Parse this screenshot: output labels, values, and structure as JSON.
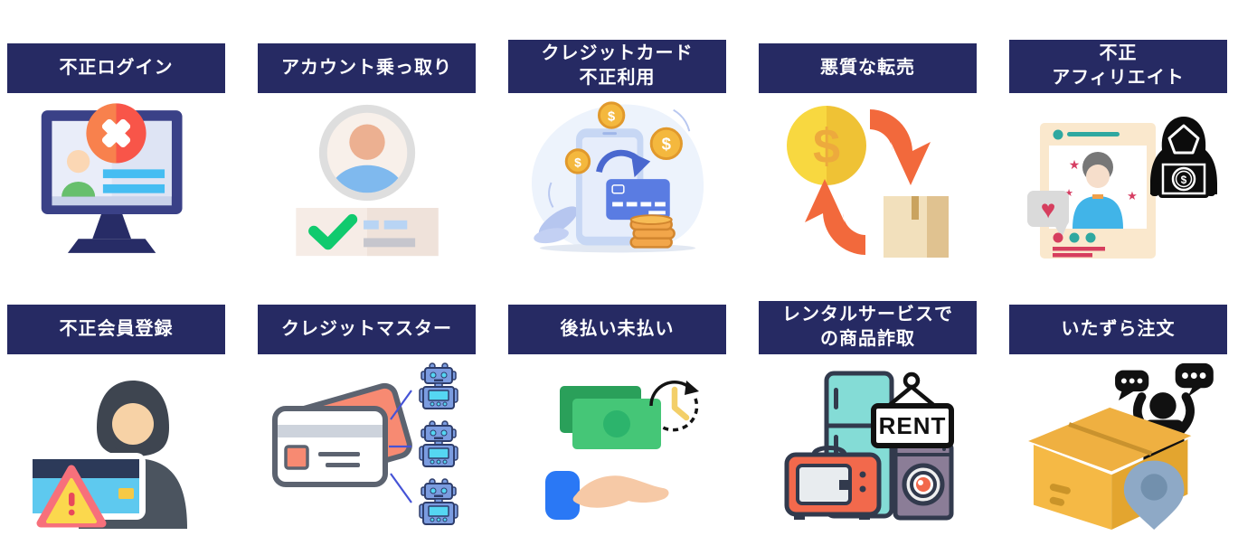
{
  "page": {
    "background": "#ffffff",
    "banner_color": "#262a63",
    "banner_text_color": "#ffffff"
  },
  "cards": [
    {
      "title": "不正ログイン",
      "line1": "不正ログイン",
      "icon": "monitor-error-icon"
    },
    {
      "title": "アカウント乗っ取り",
      "line1": "アカウント乗っ取り",
      "icon": "account-check-icon"
    },
    {
      "title": "クレジットカード不正利用",
      "line1": "クレジットカード",
      "line2": "不正利用",
      "icon": "phone-card-coins-icon"
    },
    {
      "title": "悪質な転売",
      "line1": "悪質な転売",
      "icon": "money-box-exchange-icon"
    },
    {
      "title": "不正アフィリエイト",
      "line1": "不正",
      "line2": "アフィリエイト",
      "icon": "affiliate-hacker-icon"
    },
    {
      "title": "不正会員登録",
      "line1": "不正会員登録",
      "icon": "hooded-fraudster-card-icon"
    },
    {
      "title": "クレジットマスター",
      "line1": "クレジットマスター",
      "icon": "credit-cards-robots-icon"
    },
    {
      "title": "後払い未払い",
      "line1": "後払い未払い",
      "icon": "money-clock-hand-icon"
    },
    {
      "title": "レンタルサービスでの商品詐取",
      "line1": "レンタルサービスで",
      "line2": "の商品詐取",
      "icon": "rental-appliances-icon"
    },
    {
      "title": "いたずら注文",
      "line1": "いたずら注文",
      "icon": "box-person-pin-icon"
    }
  ],
  "icon_text": {
    "rent_sign": "RENT",
    "dollar": "$"
  }
}
